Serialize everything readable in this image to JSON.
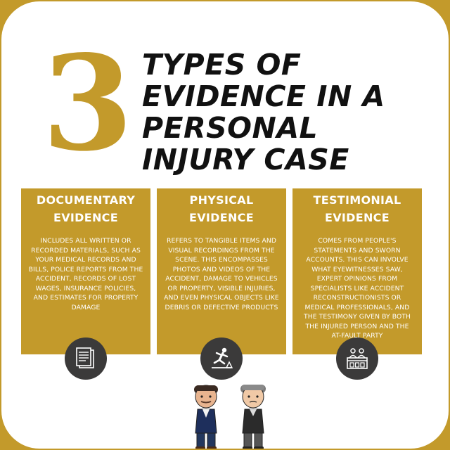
{
  "headline": {
    "number": "3",
    "title_lines": [
      "TYPES OF",
      "EVIDENCE IN A",
      "PERSONAL",
      "INJURY CASE"
    ]
  },
  "columns": [
    {
      "title_lines": [
        "DOCUMENTARY",
        "EVIDENCE"
      ],
      "body": "INCLUDES ALL WRITTEN OR RECORDED MATERIALS, SUCH AS YOUR MEDICAL RECORDS AND BILLS, POLICE REPORTS FROM THE ACCIDENT, RECORDS OF LOST WAGES, INSURANCE POLICIES, AND ESTIMATES FOR PROPERTY DAMAGE",
      "icon": "documents-icon"
    },
    {
      "title_lines": [
        "PHYSICAL",
        "EVIDENCE"
      ],
      "body": "REFERS TO TANGIBLE ITEMS AND VISUAL RECORDINGS FROM THE SCENE. THIS ENCOMPASSES PHOTOS AND VIDEOS OF THE ACCIDENT, DAMAGE TO VEHICLES OR PROPERTY, VISIBLE INJURIES, AND EVEN PHYSICAL OBJECTS LIKE DEBRIS OR DEFECTIVE PRODUCTS",
      "icon": "slip-fall-icon"
    },
    {
      "title_lines": [
        "TESTIMONIAL",
        "EVIDENCE"
      ],
      "body": "COMES FROM PEOPLE'S STATEMENTS AND SWORN ACCOUNTS. THIS CAN INVOLVE WHAT EYEWITNESSES SAW, EXPERT OPINIONS FROM SPECIALISTS LIKE ACCIDENT RECONSTRUCTIONISTS OR MEDICAL PROFESSIONALS, AND THE TESTIMONY GIVEN BY BOTH THE INJURED PERSON AND THE AT-FAULT PARTY",
      "icon": "witness-stand-icon"
    }
  ],
  "colors": {
    "gold": "#c39a2b",
    "white": "#ffffff",
    "dark": "#3b3a3a",
    "text": "#111111"
  }
}
